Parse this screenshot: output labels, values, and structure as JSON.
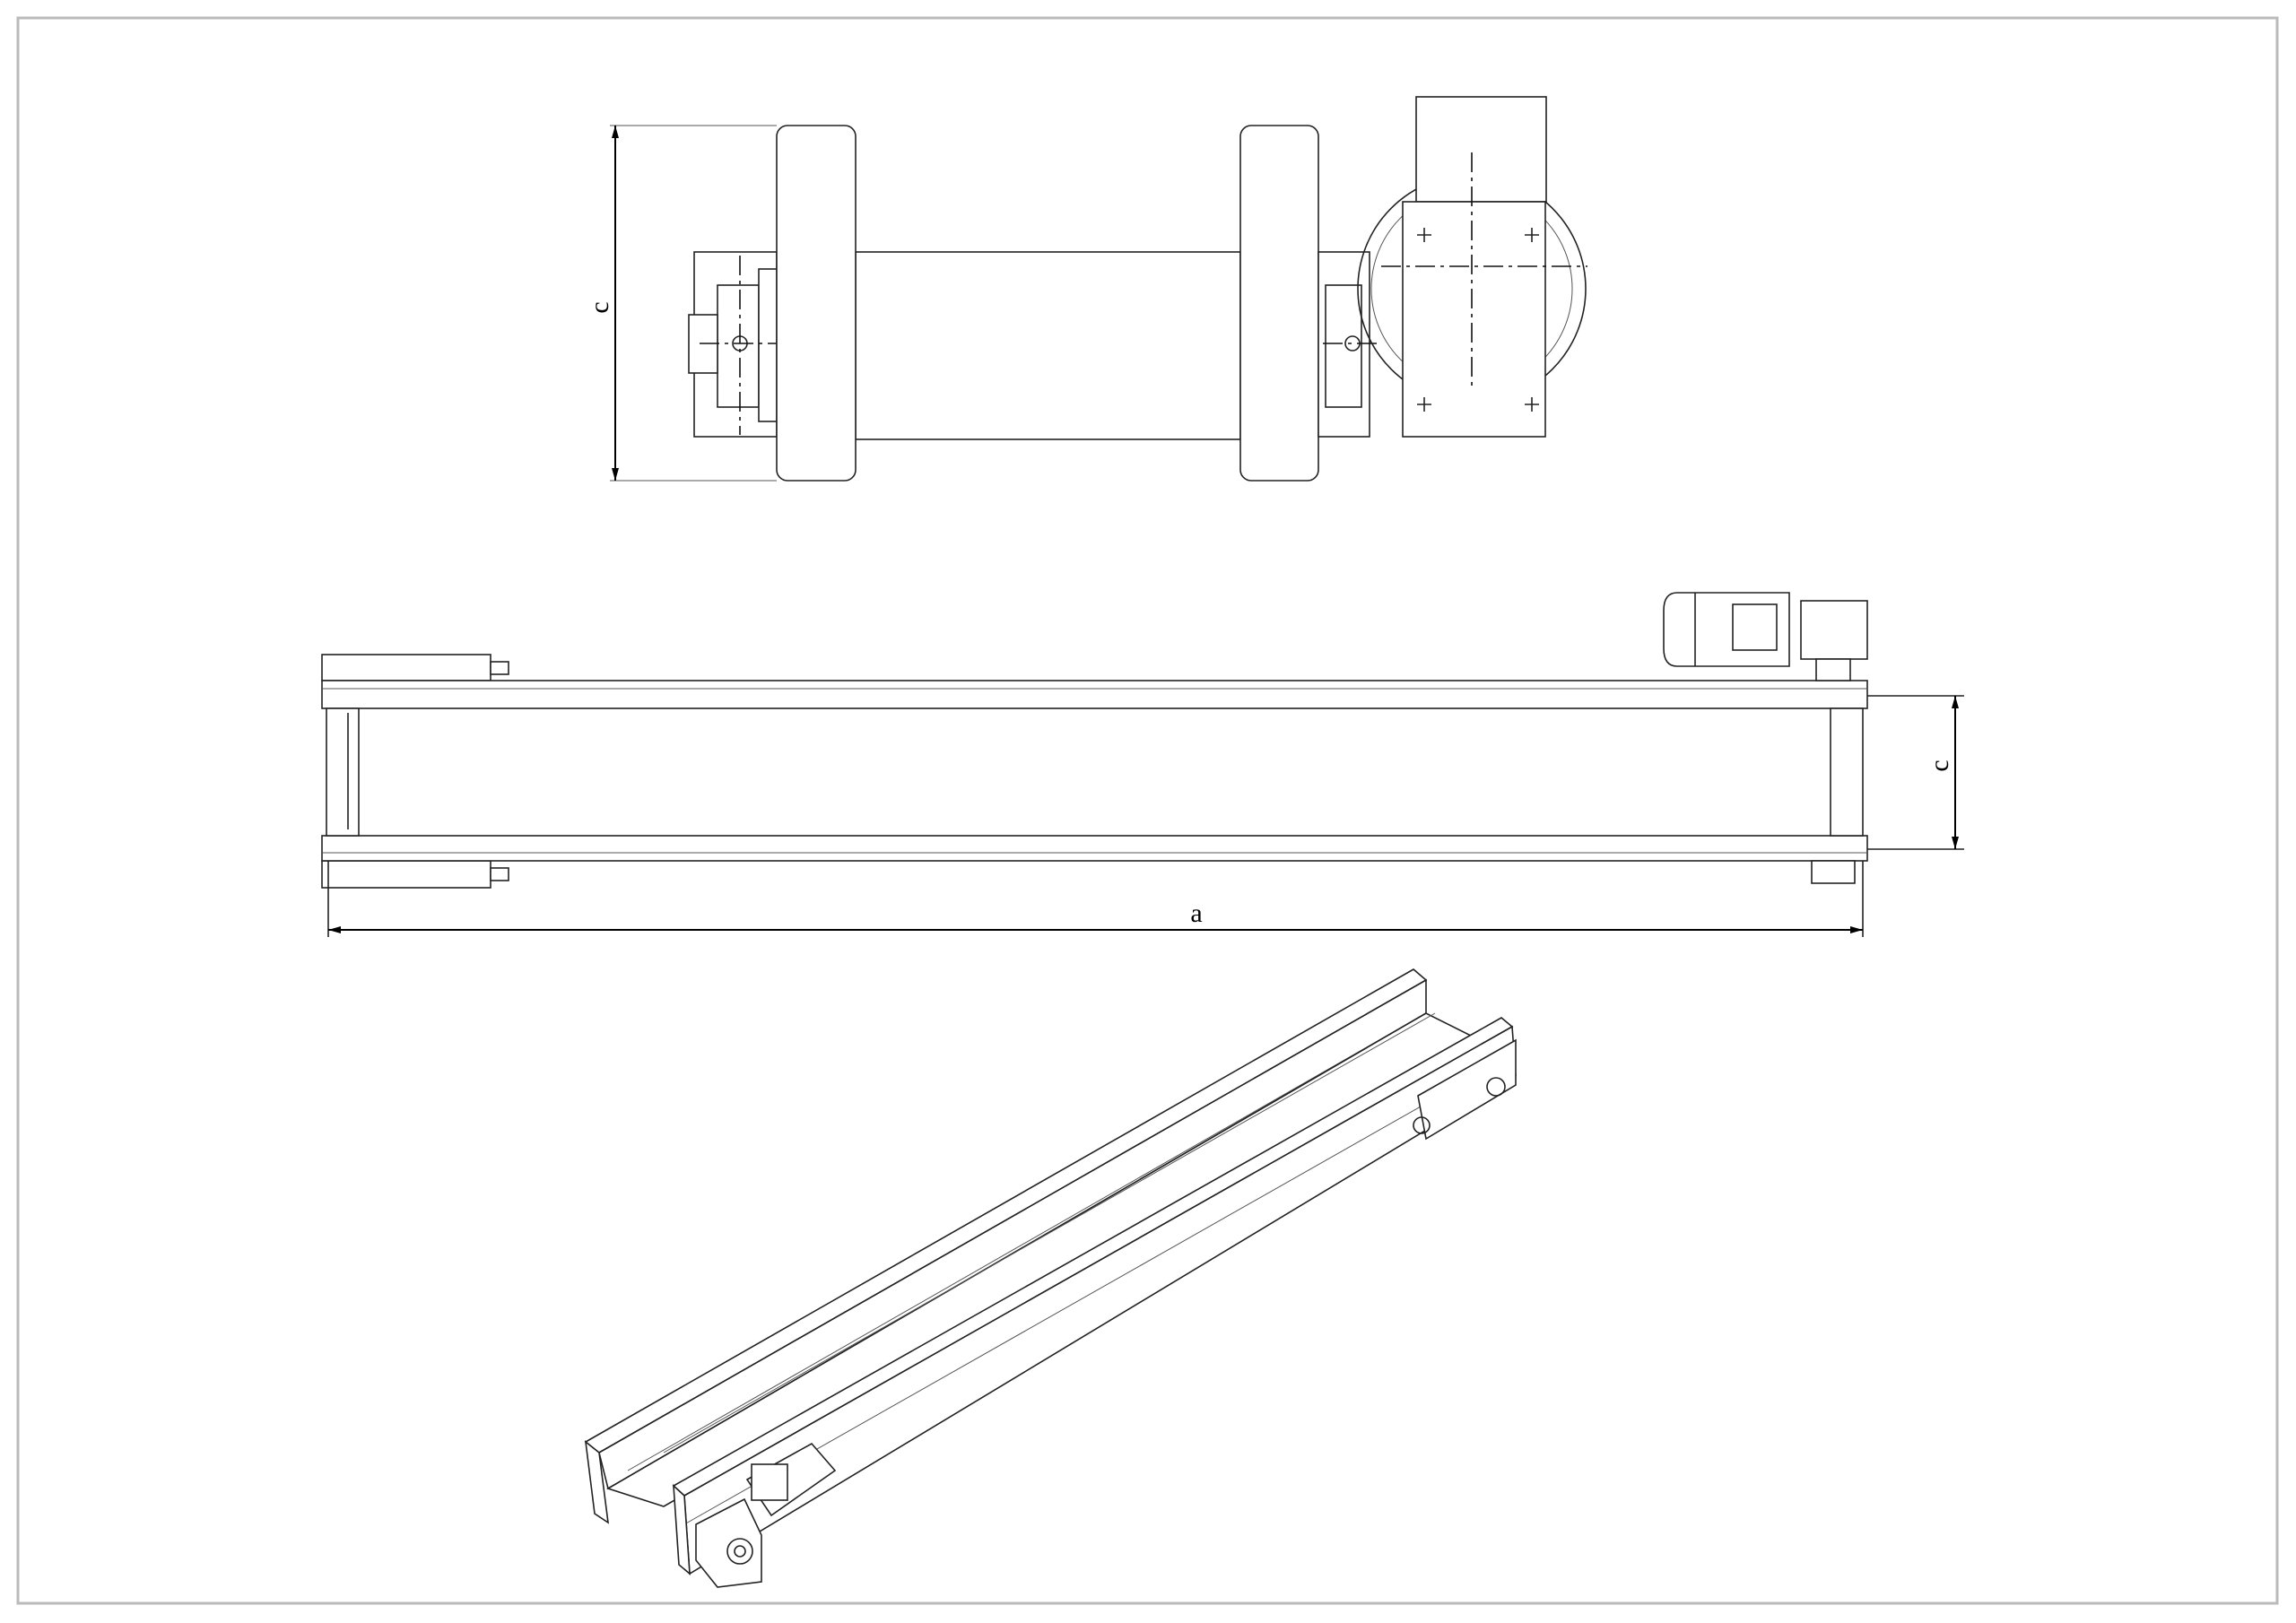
{
  "drawing": {
    "top_view": {
      "dimension_label": "c"
    },
    "side_view": {
      "height_dimension_label": "c",
      "length_dimension_label": "a"
    },
    "isometric_view": {}
  }
}
